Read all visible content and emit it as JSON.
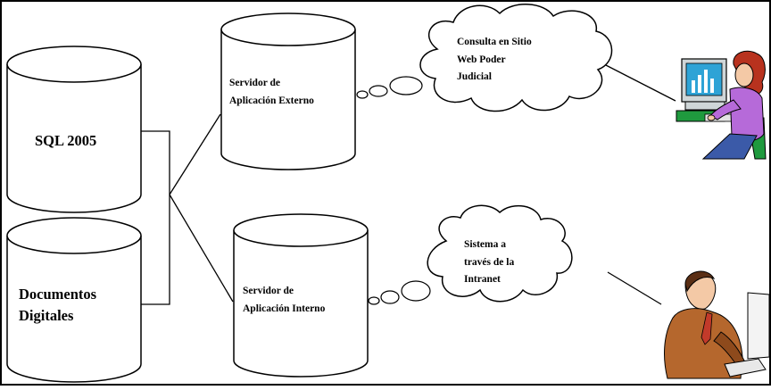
{
  "databases": {
    "sql": {
      "label": "SQL 2005"
    },
    "docs": {
      "line1": "Documentos",
      "line2": "Digitales"
    }
  },
  "servers": {
    "external": {
      "line1": "Servidor de",
      "line2": "Aplicación Externo"
    },
    "internal": {
      "line1": "Servidor de",
      "line2": "Aplicación Interno"
    }
  },
  "clouds": {
    "web": {
      "line1": "Consulta en Sitio",
      "line2": "Web Poder",
      "line3": "Judicial"
    },
    "intranet": {
      "line1": "Sistema a",
      "line2": "través de la",
      "line3": "Intranet"
    }
  },
  "users": {
    "top": {
      "icon": "woman-at-computer-icon"
    },
    "bottom": {
      "icon": "man-at-computer-icon"
    }
  },
  "colors": {
    "stroke": "#000000",
    "background": "#ffffff",
    "monitor_screen": "#2ea3d6",
    "shirt_purple": "#b66ad9",
    "hair_red": "#b8321e",
    "chair_green": "#1f9a3e",
    "skin": "#f4c9a6",
    "man_suit": "#b5672d"
  }
}
